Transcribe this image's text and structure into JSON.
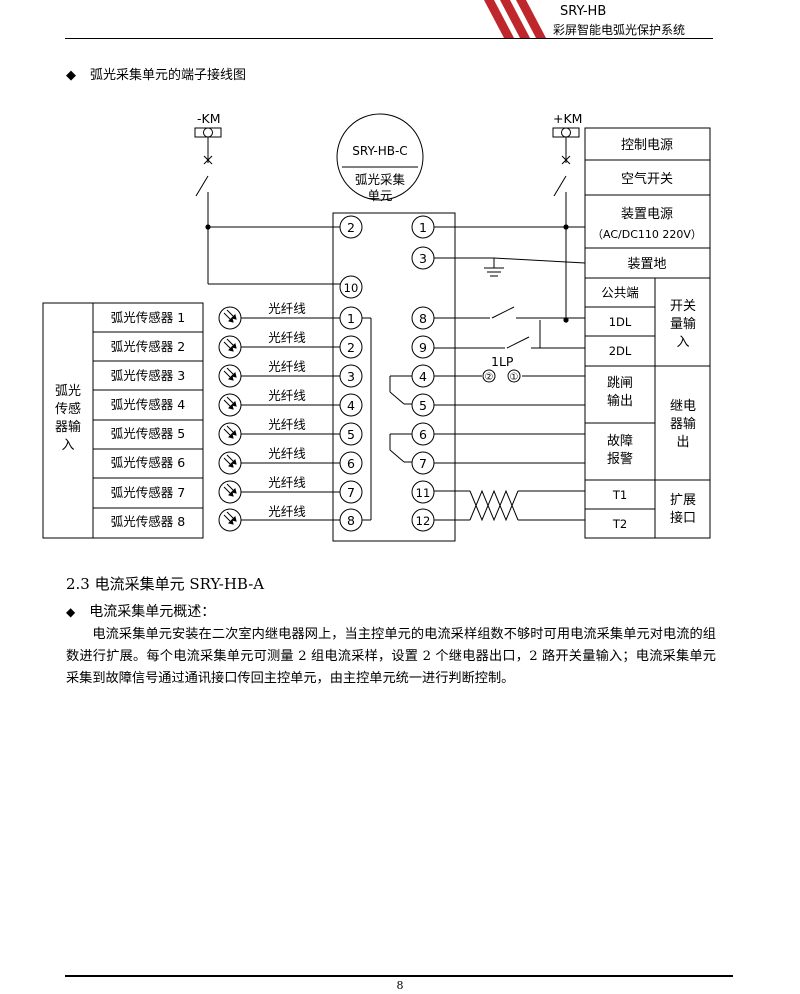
{
  "header": {
    "product": "SRY-HB",
    "system": "彩屏智能电弧光保护系统"
  },
  "diagram_title": "弧光采集单元的端子接线图",
  "bullet": "◆",
  "diagram": {
    "neg_supply": "-KM",
    "pos_supply": "+KM",
    "unit_model": "SRY-HB-C",
    "unit_name_line1": "弧光采集",
    "unit_name_line2": "单元",
    "left_group_label": [
      "弧光",
      "传感",
      "器输",
      "入"
    ],
    "fiber_label": "光纤线",
    "sensors": [
      "弧光传感器 1",
      "弧光传感器 2",
      "弧光传感器 3",
      "弧光传感器 4",
      "弧光传感器 5",
      "弧光传感器 6",
      "弧光传感器 7",
      "弧光传感器 8"
    ],
    "sensor_terminals": [
      "1",
      "2",
      "3",
      "4",
      "5",
      "6",
      "7",
      "8"
    ],
    "top_terminals": {
      "t2": "2",
      "t1": "1",
      "t3": "3",
      "t10": "10"
    },
    "right_terminals": [
      "8",
      "9",
      "4",
      "5",
      "6",
      "7",
      "11",
      "12"
    ],
    "plate_label": "1LP",
    "plate_pins": [
      "②",
      "①"
    ],
    "right_panel": {
      "control_power": "控制电源",
      "air_switch": "空气开关",
      "device_power": "装置电源",
      "device_power_spec": "（AC/DC110 220V）",
      "device_ground": "装置地",
      "common": "公共端",
      "dl1": "1DL",
      "dl2": "2DL",
      "switch_input": [
        "开关",
        "量输",
        "入"
      ],
      "trip_output": [
        "跳闸",
        "输出"
      ],
      "fault_alarm": [
        "故障",
        "报警"
      ],
      "relay_output": [
        "继电",
        "器输",
        "出"
      ],
      "t1": "T1",
      "t2": "T2",
      "ext_port": [
        "扩展",
        "接口"
      ]
    }
  },
  "section": {
    "heading": "2.3 电流采集单元 SRY-HB-A",
    "overview": "电流采集单元概述："
  },
  "paragraph": "电流采集单元安装在二次室内继电器网上，当主控单元的电流采样组数不够时可用电流采集单元对电流的组数进行扩展。每个电流采集单元可测量 2 组电流采样，设置 2 个继电器出口，2 路开关量输入；电流采集单元采集到故障信号通过通讯接口传回主控单元，由主控单元统一进行判断控制。",
  "footer": {
    "page": "8"
  },
  "colors": {
    "stripe": "#c0272d",
    "line": "#000000"
  }
}
